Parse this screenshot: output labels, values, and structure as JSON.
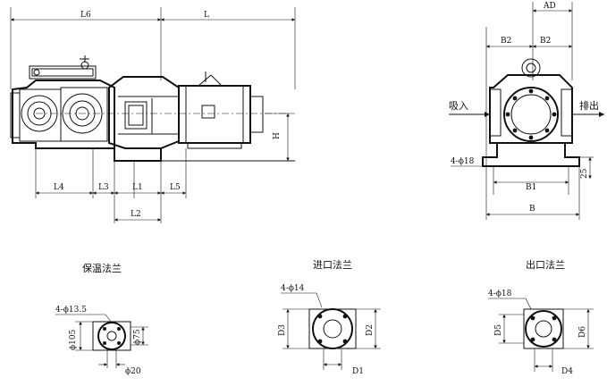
{
  "dims": {
    "L6": "L6",
    "L": "L",
    "AD": "AD",
    "B2a": "B2",
    "B2b": "B2",
    "H": "H",
    "L4": "L4",
    "L3": "L3",
    "L1": "L1",
    "L5": "L5",
    "L2": "L2",
    "holes_base": "4-ϕ18",
    "B1": "B1",
    "B": "B",
    "h25": "25",
    "inlet_label": "吸入",
    "outlet_label": "排出"
  },
  "flanges": {
    "insulation": {
      "title": "保温法兰",
      "holes": "4-ϕ13.5",
      "d_outer": "ϕ105",
      "d_bolt": "ϕ75",
      "d_bore": "ϕ20"
    },
    "inlet": {
      "title": "进口法兰",
      "holes": "4-ϕ14",
      "d3": "D3",
      "d2": "D2",
      "d1": "D1"
    },
    "outlet": {
      "title": "出口法兰",
      "holes": "4-ϕ18",
      "d5": "D5",
      "d6": "D6",
      "d4": "D4"
    }
  }
}
